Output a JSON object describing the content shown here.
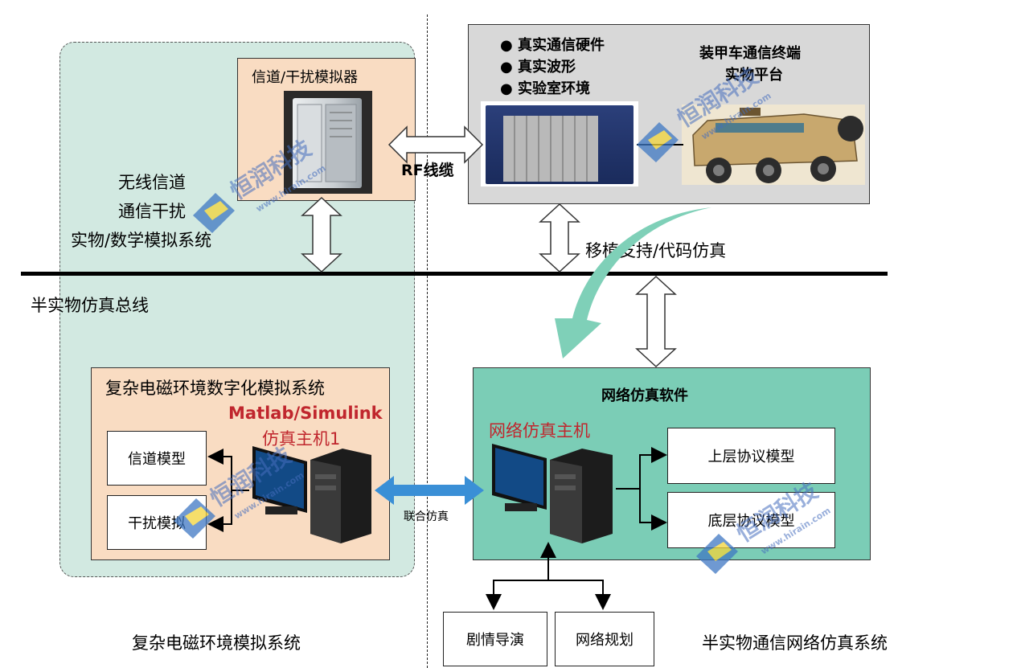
{
  "left_region": {
    "simulator_title": "信道/干扰模拟器",
    "left_text_lines": [
      "无线信道",
      "通信干扰",
      "实物/数学模拟系统"
    ],
    "rf_cable_label": "RF线缆",
    "digital_system_title": "复杂电磁环境数字化模拟系统",
    "matlab_host_line1": "Matlab/Simulink",
    "matlab_host_line2": "仿真主机1",
    "channel_model": "信道模型",
    "interference_model": "干扰模拟",
    "joint_sim_label": "联合仿真",
    "bottom_caption": "复杂电磁环境模拟系统"
  },
  "bus": {
    "label": "半实物仿真总线"
  },
  "hardware_region": {
    "bullets": [
      "真实通信硬件",
      "真实波形",
      "实验室环境"
    ],
    "platform_title_line1": "装甲车通信终端",
    "platform_title_line2": "实物平台",
    "migration_label": "移植支持/代码仿真"
  },
  "network_region": {
    "software_title": "网络仿真软件",
    "host_label": "网络仿真主机",
    "upper_model": "上层协议模型",
    "lower_model": "底层协议模型",
    "scenario_director": "剧情导演",
    "network_planning": "网络规划",
    "bottom_caption": "半实物通信网络仿真系统"
  },
  "watermark": {
    "brand": "恒润科技",
    "url": "www.hirain.com"
  },
  "colors": {
    "left_zone_bg": "#d2e9e1",
    "peach_box": "#f9dcc2",
    "gray_box": "#d8d8d8",
    "teal_box": "#7bcdb6",
    "curved_arrow": "#7fd0b8",
    "blue_arrow": "#3a8fd6",
    "red_text": "#c0262d"
  },
  "icons": [
    "monitor-icon",
    "pc-tower-icon",
    "armored-vehicle-image",
    "rf-chassis-image",
    "channel-emulator-image",
    "company-logo-watermark"
  ]
}
